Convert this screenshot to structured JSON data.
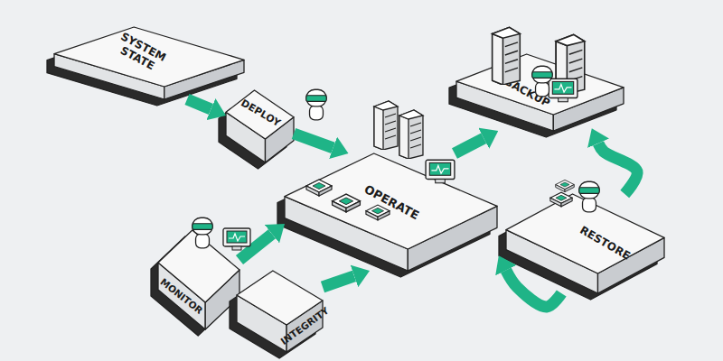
{
  "diagram": {
    "nodes": [
      {
        "text": [
          "SYSTEM STATE"
        ]
      },
      {
        "text": [
          "DEPLOY"
        ]
      },
      {
        "text": [
          "OPERATE"
        ]
      },
      {
        "text": [
          "BACKUP"
        ]
      },
      {
        "text": [
          "RESTORE"
        ]
      },
      {
        "text": [
          "MONITOR"
        ]
      },
      {
        "text": [
          "INTEGRITY"
        ]
      }
    ],
    "edges": [
      {
        "from": 0,
        "to": 1,
        "arrow": "to"
      },
      {
        "from": 1,
        "to": 2,
        "arrow": "to"
      },
      {
        "from": 2,
        "to": 3,
        "arrow": "to"
      },
      {
        "from": 4,
        "to": 3,
        "arrow": "to"
      },
      {
        "from": 4,
        "to": 2,
        "arrow": "to"
      },
      {
        "from": 5,
        "to": 2,
        "arrow": "to"
      },
      {
        "from": 6,
        "to": 2,
        "arrow": "to"
      }
    ]
  }
}
